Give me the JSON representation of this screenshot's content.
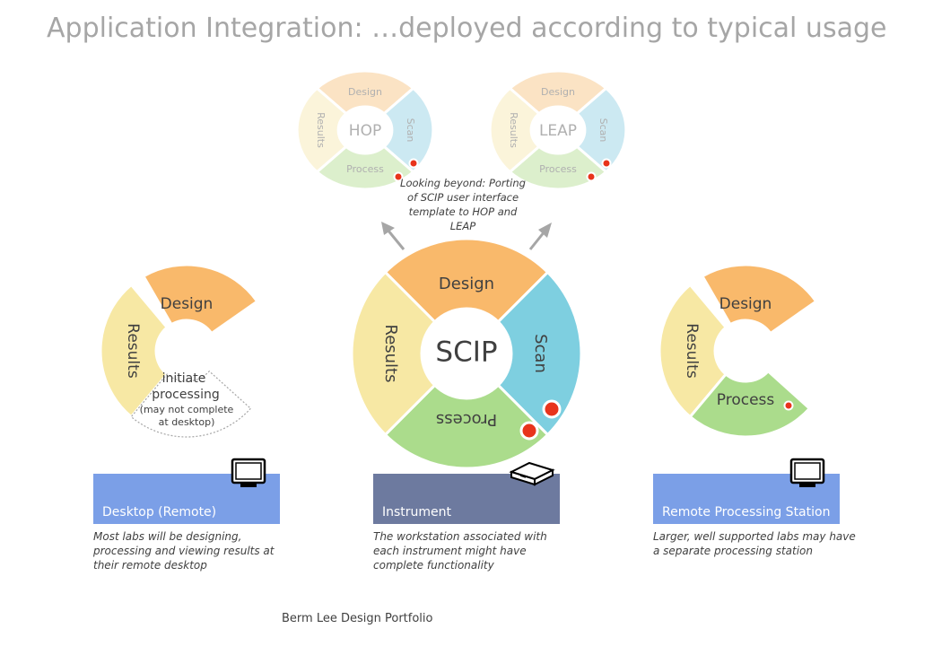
{
  "title": "Application Integration: …deployed according to typical usage",
  "footer": "Berm Lee Design Portfolio",
  "colors": {
    "design": "#f9b96b",
    "scan": "#7ecfe0",
    "process": "#abdc8c",
    "results": "#f7e8a4",
    "faded_design": "#fbe3c4",
    "faded_scan": "#cce9f2",
    "faded_process": "#dcefcc",
    "faded_results": "#fbf4da",
    "marker": "#e8341c",
    "panel_blue": "#7b9fe7",
    "panel_instrument": "#6d7a9f"
  },
  "hop": {
    "center": "HOP",
    "design": "Design",
    "scan": "Scan",
    "process": "Process",
    "results": "Results"
  },
  "leap": {
    "center": "LEAP",
    "design": "Design",
    "scan": "Scan",
    "process": "Process",
    "results": "Results"
  },
  "looking_beyond_note": [
    "Looking beyond: Porting",
    "of SCIP user interface",
    "template to HOP and",
    "LEAP"
  ],
  "scip": {
    "center": "SCIP",
    "design": "Design",
    "scan": "Scan",
    "process": "Process",
    "results": "Results"
  },
  "desktop_wheel": {
    "design": "Design",
    "results": "Results",
    "initiate": [
      "initiate",
      "processing"
    ],
    "caveat": [
      "(may not complete",
      "at desktop)"
    ]
  },
  "remote_wheel": {
    "design": "Design",
    "results": "Results",
    "process": "Process"
  },
  "panels": {
    "desktop": {
      "label": "Desktop (Remote)",
      "description": [
        "Most labs will be designing,",
        "processing and viewing results at",
        "their remote desktop"
      ],
      "icon": "monitor-icon"
    },
    "instrument": {
      "label": "Instrument",
      "description": [
        "The workstation associated with",
        "each instrument might have",
        "complete functionality"
      ],
      "icon": "instrument-box-icon"
    },
    "remote": {
      "label": "Remote Processing Station",
      "description": [
        "Larger, well supported labs may have",
        "a separate processing station"
      ],
      "icon": "monitor-icon"
    }
  }
}
